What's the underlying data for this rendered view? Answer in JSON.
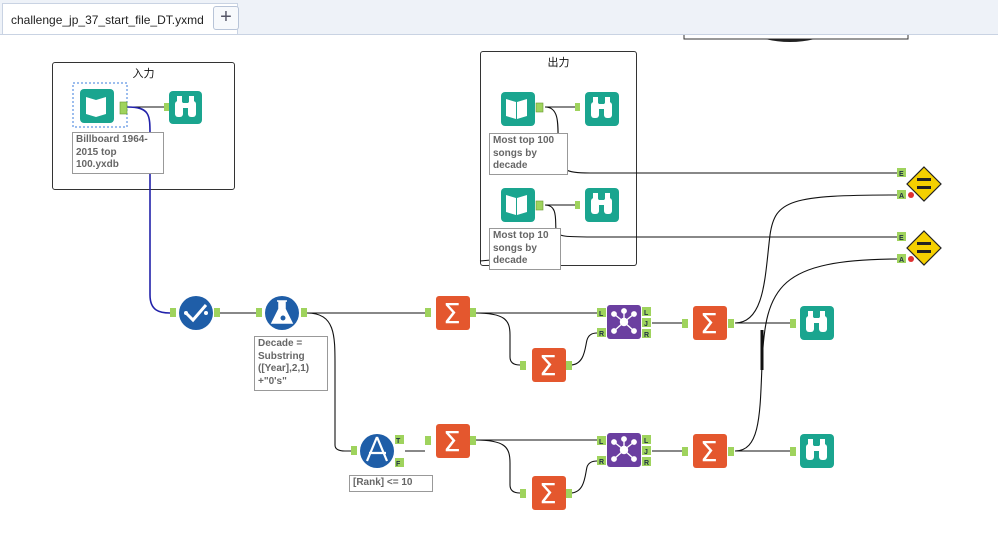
{
  "tabs": [
    {
      "title": "challenge_jp_37_start_file_DT.yxmd",
      "close_glyph": "✕"
    }
  ],
  "new_tab_glyph": "+",
  "containers": {
    "input": {
      "title": "入力"
    },
    "output": {
      "title": "出力"
    }
  },
  "annotations": {
    "input_file": "Billboard 1964-2015 top 100.yxdb",
    "formula": "Decade = Substring ([Year],2,1) +\"0's\"",
    "filter": "[Rank] <= 10",
    "output_top100": "Most top 100 songs by decade",
    "output_top10": "Most top 10 songs by decade"
  },
  "anchors": {
    "out": "",
    "in": "",
    "true": "T",
    "false": "F",
    "left": "L",
    "join": "J",
    "right": "R",
    "expected": "E",
    "actual": "A"
  },
  "colors": {
    "input_tool": "#1aa58f",
    "browse_tool": "#1aa58f",
    "select_tool": "#1f5ea8",
    "formula_tool": "#1f5ea8",
    "filter_tool": "#1f5ea8",
    "summarize_tool": "#e4572e",
    "join_tool": "#6b3fa0",
    "test_tool": "#f5d000",
    "anchor": "#9fd35d",
    "selected_wire": "#2222aa"
  }
}
